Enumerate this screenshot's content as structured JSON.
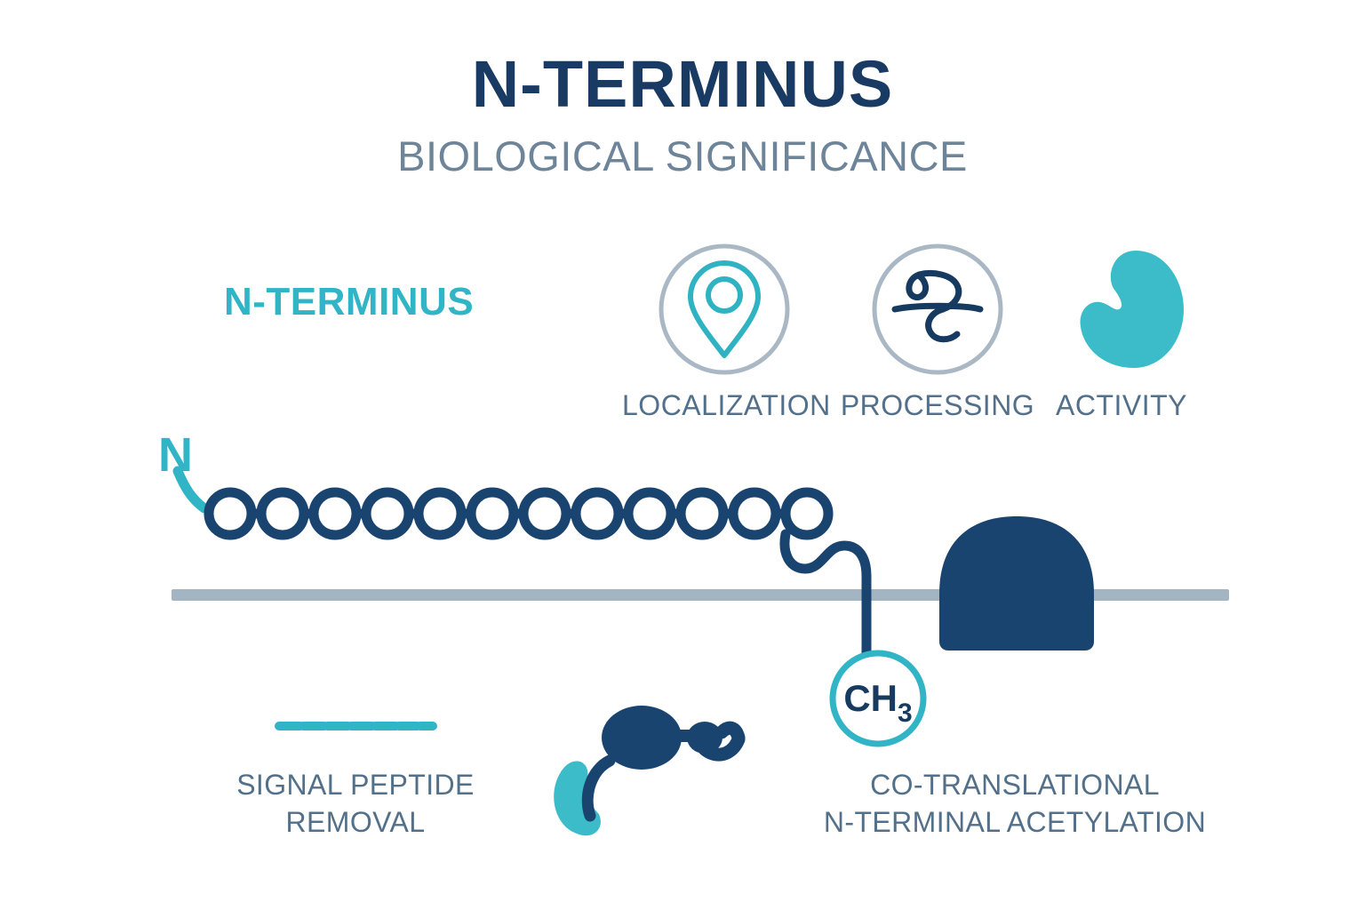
{
  "header": {
    "title": "N-TERMINUS",
    "subtitle": "BIOLOGICAL SIGNIFICANCE"
  },
  "section": {
    "heading": "N-TERMINUS"
  },
  "features": [
    {
      "label": "LOCALIZATION",
      "icon": "map-pin-icon"
    },
    {
      "label": "PROCESSING",
      "icon": "protein-squiggle-icon"
    },
    {
      "label": "ACTIVITY",
      "icon": "kidney-bean-icon"
    }
  ],
  "diagram": {
    "n_terminus_label": "N",
    "methyl_label": "CH",
    "methyl_subscript": "3",
    "bead_count": 12,
    "dash_count": 7
  },
  "captions": {
    "signal_peptide": {
      "line1": "SIGNAL PEPTIDE",
      "line2": "REMOVAL"
    },
    "acetylation": {
      "line1": "CO-TRANSLATIONAL",
      "line2": "N-TERMINAL ACETYLATION"
    }
  },
  "colors": {
    "navy": "#1a4470",
    "navy_dark": "#173a60",
    "teal": "#35b8c6",
    "teal_dark": "#2aa9b8",
    "slate": "#53708a",
    "slate_light": "#6d8499",
    "membrane_gray": "#a3b5c2",
    "circle_outline_gray": "#a9b8c4",
    "background": "#ffffff"
  }
}
